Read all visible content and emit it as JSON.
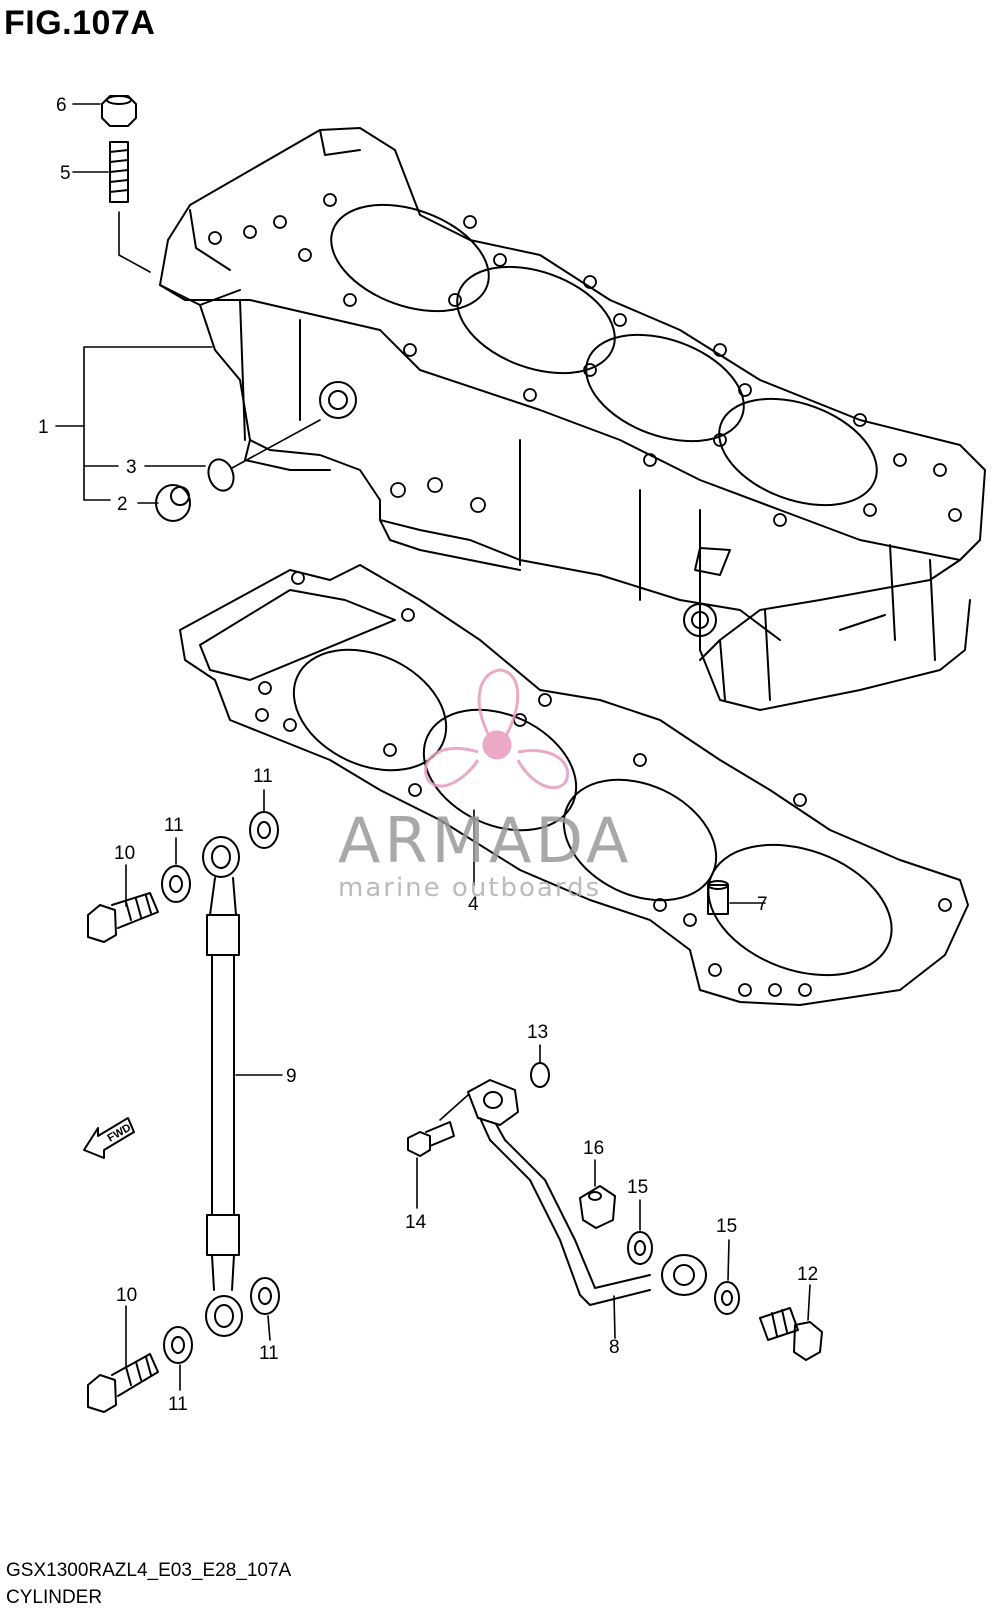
{
  "figure": {
    "title": "FIG.107A",
    "code": "GSX1300RAZL4_E03_E28_107A",
    "name": "CYLINDER"
  },
  "callouts": [
    {
      "id": "1",
      "label": "1"
    },
    {
      "id": "2",
      "label": "2"
    },
    {
      "id": "3",
      "label": "3"
    },
    {
      "id": "4",
      "label": "4"
    },
    {
      "id": "5",
      "label": "5"
    },
    {
      "id": "6",
      "label": "6"
    },
    {
      "id": "7",
      "label": "7"
    },
    {
      "id": "8",
      "label": "8"
    },
    {
      "id": "9",
      "label": "9"
    },
    {
      "id": "10a",
      "label": "10"
    },
    {
      "id": "10b",
      "label": "10"
    },
    {
      "id": "11a",
      "label": "11"
    },
    {
      "id": "11b",
      "label": "11"
    },
    {
      "id": "11c",
      "label": "11"
    },
    {
      "id": "11d",
      "label": "11"
    },
    {
      "id": "12",
      "label": "12"
    },
    {
      "id": "13",
      "label": "13"
    },
    {
      "id": "14",
      "label": "14"
    },
    {
      "id": "15a",
      "label": "15"
    },
    {
      "id": "15b",
      "label": "15"
    },
    {
      "id": "16",
      "label": "16"
    }
  ],
  "fwd_arrow": {
    "label": "FWD",
    "icon": "arrow-left-down-icon"
  },
  "watermark": {
    "word": "ARMADA",
    "tagline": "marine outboards",
    "logo_icon": "propeller-icon",
    "logo_color": "#e79bbd",
    "text_color": "#9a9a9a"
  }
}
